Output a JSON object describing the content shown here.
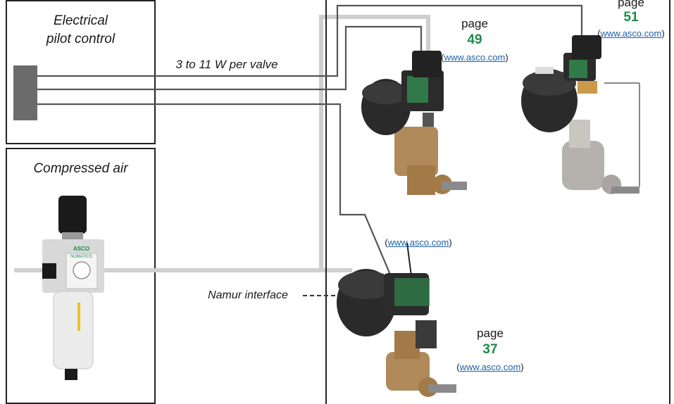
{
  "pilot": {
    "title_line1": "Electrical",
    "title_line2": "pilot control"
  },
  "wiring": {
    "power_label": "3 to 11 W per valve"
  },
  "air": {
    "title": "Compressed air",
    "brand_line1": "ASCO",
    "brand_line2": "NUMATICS"
  },
  "namur": {
    "label": "Namur interface"
  },
  "valves": [
    {
      "page_word": "page",
      "page_number": "49",
      "link_text": "www.asco.com"
    },
    {
      "page_word": "page",
      "page_number": "51",
      "link_text": "www.asco.com"
    },
    {
      "page_word": "page",
      "page_number": "37",
      "link_text": "www.asco.com"
    }
  ],
  "namur_link": {
    "link_text": "www.asco.com"
  },
  "colors": {
    "accent_green": "#1f8a4c",
    "link_blue": "#1f5fa8",
    "air_line": "#cfcfcf",
    "wire": "#555555"
  }
}
